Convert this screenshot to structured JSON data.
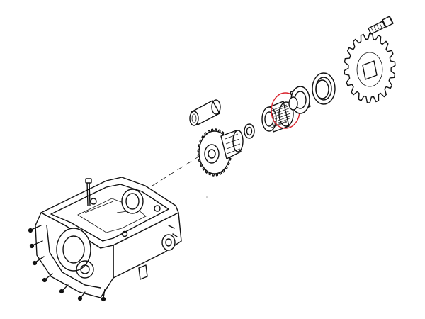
{
  "diagram": {
    "style": "black-line exploded parts drawing on white",
    "highlight_color": "#d9232d",
    "line_color": "#111111",
    "background": "#ffffff",
    "parts": [
      {
        "id": "gearbox-housing"
      },
      {
        "id": "stud"
      },
      {
        "id": "mainshaft-gear"
      },
      {
        "id": "sleeve"
      },
      {
        "id": "thrust-washer"
      },
      {
        "id": "needle-bearing",
        "highlighted": true
      },
      {
        "id": "oil-seal-retainer"
      },
      {
        "id": "oil-seal"
      },
      {
        "id": "sprocket"
      },
      {
        "id": "sprocket-bolt"
      }
    ]
  }
}
